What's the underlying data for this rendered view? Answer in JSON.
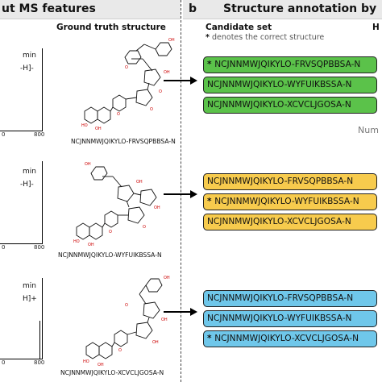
{
  "panel_a": {
    "header": "ut MS features",
    "subheader": "Ground truth structure",
    "rows": [
      {
        "ms_line1": "min",
        "ms_line2": "-H]-",
        "tick_0": "0",
        "tick_800": "800",
        "inchikey": "NCJNNMWJQIKYLO-FRVSQPBBSA-N"
      },
      {
        "ms_line1": "min",
        "ms_line2": "-H]-",
        "tick_0": "0",
        "tick_800": "800",
        "inchikey": "NCJNNMWJQIKYLO-WYFUIKBSSA-N"
      },
      {
        "ms_line1": "min",
        "ms_line2": "H]+",
        "tick_0": "0",
        "tick_800": "800",
        "inchikey": "NCJNNMWJQIKYLO-XCVCLJGOSA-N"
      }
    ]
  },
  "panel_b": {
    "letter": "b",
    "header": "Structure annotation by",
    "candidate_set_label": "Candidate set",
    "header_cut": "H",
    "note_star": "*",
    "note_text": "denotes the correct structure",
    "side_text": "Num",
    "groups": [
      {
        "color": "#5bc24a",
        "candidates": [
          {
            "star": "*",
            "label": "NCJNNMWJQIKYLO-FRVSQPBBSA-N"
          },
          {
            "star": "",
            "label": "NCJNNMWJQIKYLO-WYFUIKBSSA-N"
          },
          {
            "star": "",
            "label": "NCJNNMWJQIKYLO-XCVCLJGOSA-N"
          }
        ]
      },
      {
        "color": "#f7cb4d",
        "candidates": [
          {
            "star": "",
            "label": "NCJNNMWJQIKYLO-FRVSQPBBSA-N"
          },
          {
            "star": "*",
            "label": "NCJNNMWJQIKYLO-WYFUIKBSSA-N"
          },
          {
            "star": "",
            "label": "NCJNNMWJQIKYLO-XCVCLJGOSA-N"
          }
        ]
      },
      {
        "color": "#6fc7ea",
        "candidates": [
          {
            "star": "",
            "label": "NCJNNMWJQIKYLO-FRVSQPBBSA-N"
          },
          {
            "star": "",
            "label": "NCJNNMWJQIKYLO-WYFUIKBSSA-N"
          },
          {
            "star": "*",
            "label": "NCJNNMWJQIKYLO-XCVCLJGOSA-N"
          }
        ]
      }
    ]
  }
}
